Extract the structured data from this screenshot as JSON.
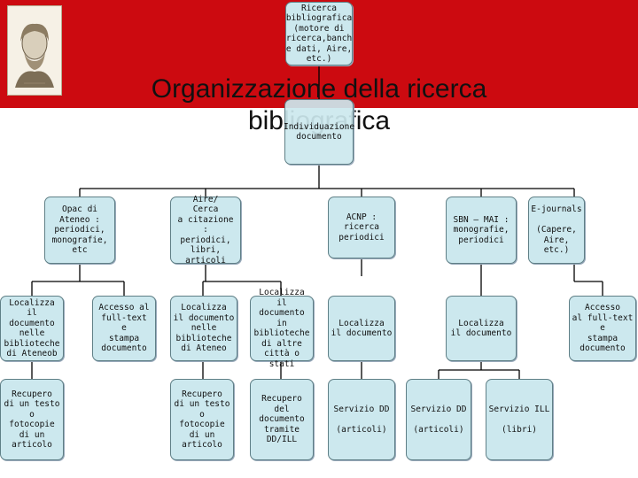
{
  "title": {
    "line1": "Organizzazione della ricerca",
    "line2": "bibliografica"
  },
  "colors": {
    "banner": "#cc0a10",
    "box": "#cce8ee",
    "border": "#5f7f86"
  },
  "root": "Ricerca\nbibliografica\n(motore di\nricerca,banch\ne dati, Aire,\netc.)",
  "mid": "Individuazione\ndocumento",
  "level2": {
    "opac": "Opac di Ateneo :\nperiodici,\nmonografie,\netc",
    "aire": "Aire/\nCerca\na citazione :\nperiodici,\nlibri, articoli",
    "acnp": "ACNP : ricerca\nperiodici",
    "sbn": "SBN – MAI :\nmonografie,\nperiodici",
    "ejournals": "E-journals\n\n(Capere,\nAire, etc.)"
  },
  "level3": {
    "b1": "Localizza\nil documento\nnelle\nbiblioteche\ndi Ateneob",
    "b2": "Accesso al\nfull-text\ne\nstampa\ndocumento",
    "b3": "Localizza\nil documento\nnelle biblioteche\ndi Ateneo",
    "b4": "Localizza\nil documento\nin biblioteche\ndi altre\ncittà o stati",
    "b5": "Localizza\nil documento",
    "b6": "Localizza\nil documento",
    "b7": "Accesso\nal full-text\ne\nstampa\ndocumento"
  },
  "level4": {
    "c1": "Recupero\ndi un testo\no\nfotocopie\ndi un articolo",
    "c2": "Recupero\ndi un testo\no\nfotocopie\ndi un articolo",
    "c3": "Recupero\ndel documento\ntramite DD/ILL",
    "c4": "Servizio DD\n\n(articoli)",
    "c5": "Servizio DD\n\n(articoli)",
    "c6": "Servizio ILL\n\n(libri)"
  }
}
